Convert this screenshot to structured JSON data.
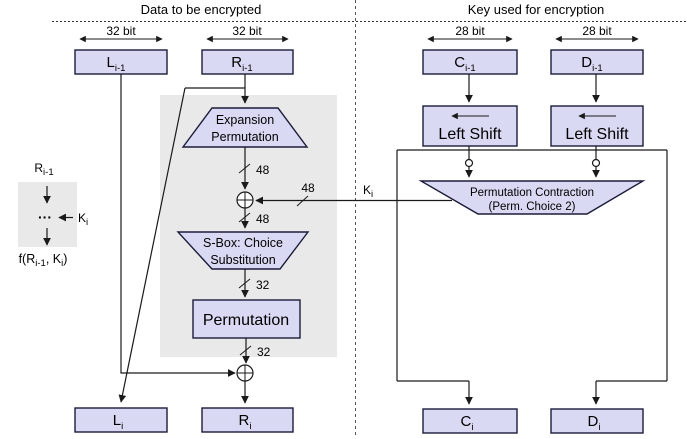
{
  "header": {
    "left_title": "Data to be encrypted",
    "right_title": "Key used for encryption"
  },
  "bit_widths": {
    "data_half": "32 bit",
    "key_half": "28 bit"
  },
  "registers": {
    "l_prev": {
      "main": "L",
      "sub": "i-1"
    },
    "r_prev": {
      "main": "R",
      "sub": "i-1"
    },
    "c_prev": {
      "main": "C",
      "sub": "i-1"
    },
    "d_prev": {
      "main": "D",
      "sub": "i-1"
    },
    "l_next": {
      "main": "L",
      "sub": "i"
    },
    "r_next": {
      "main": "R",
      "sub": "i"
    },
    "c_next": {
      "main": "C",
      "sub": "i"
    },
    "d_next": {
      "main": "D",
      "sub": "i"
    }
  },
  "blocks": {
    "expansion": {
      "line1": "Expansion",
      "line2": "Permutation"
    },
    "sbox": {
      "line1": "S-Box: Choice",
      "line2": "Substitution"
    },
    "permutation": "Permutation",
    "left_shift_1": "Left Shift",
    "left_shift_2": "Left Shift",
    "perm_contraction": {
      "line1": "Permutation Contraction",
      "line2": "(Perm. Choice 2)"
    }
  },
  "wire_labels": {
    "expansion_out": "48",
    "key_in": "48",
    "xor_out": "48",
    "sbox_out": "32",
    "permutation_out": "32",
    "key": {
      "main": "K",
      "sub": "i"
    }
  },
  "legend": {
    "input": {
      "main": "R",
      "sub": "i-1"
    },
    "dots": "···",
    "key": {
      "main": "K",
      "sub": "i"
    },
    "output": {
      "p1": "f(R",
      "sub1": "i-1",
      "p2": ", K",
      "sub2": "i",
      "p3": ")"
    }
  },
  "colors": {
    "box_fill": "#d9d9f3",
    "box_border": "#1c1c3a",
    "panel_gray": "#e9e9e9",
    "line": "#1a1a1a",
    "sep": "#555555",
    "bg": "#ffffff"
  }
}
